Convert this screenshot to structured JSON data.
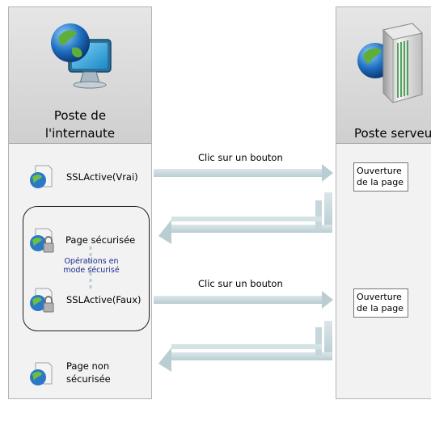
{
  "client_column": {
    "title_line1": "Poste de",
    "title_line2": "l'internaute",
    "icon": "desktop-globe-icon"
  },
  "server_column": {
    "title": "Poste serveu",
    "icon": "server-globe-icon"
  },
  "steps": {
    "ssl_true": "SSLActive(Vrai)",
    "page_secured": "Page sécurisée",
    "secure_ops": "Opérations en mode sécurisé",
    "ssl_false": "SSLActive(Faux)",
    "page_unsecured_1": "Page non",
    "page_unsecured_2": "sécurisée"
  },
  "arrows": {
    "click_1": "Clic sur un bouton",
    "click_2": "Clic sur un bouton"
  },
  "server_boxes": {
    "open_1_line1": "Ouverture",
    "open_1_line2": "de la page",
    "open_2_line1": "Ouverture",
    "open_2_line2": "de la page"
  },
  "colors": {
    "arrow": "#c9d9dd",
    "header": "#d6d6d6",
    "text_blue": "#1c2a8c"
  }
}
